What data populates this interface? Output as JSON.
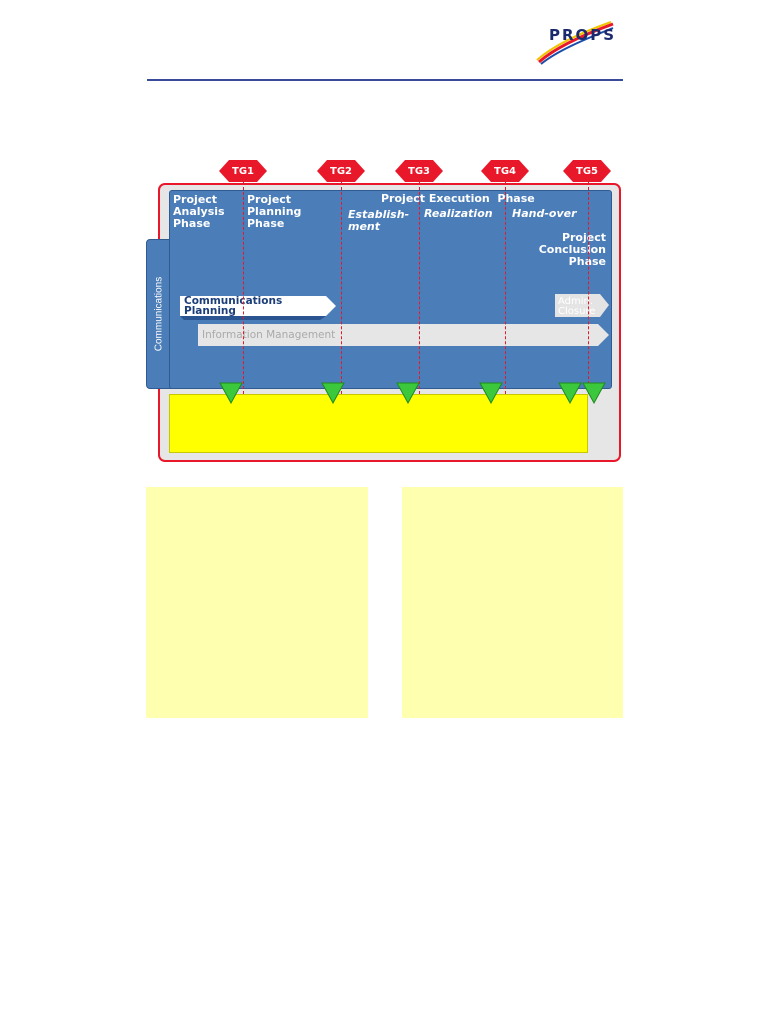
{
  "logo": {
    "text": "PROPS"
  },
  "gates": [
    {
      "label": "TG1"
    },
    {
      "label": "TG2"
    },
    {
      "label": "TG3"
    },
    {
      "label": "TG4"
    },
    {
      "label": "TG5"
    }
  ],
  "side_tab": {
    "label": "Communications"
  },
  "phases": {
    "analysis": {
      "line1": "Project",
      "line2": "Analysis",
      "line3": "Phase"
    },
    "planning": {
      "line1": "Project",
      "line2": "Planning",
      "line3": "Phase"
    },
    "execution": {
      "title": "Project Execution  Phase",
      "establish_1": "Establish-",
      "establish_2": "ment",
      "realization": "Realization",
      "handover": "Hand-over"
    },
    "conclusion": {
      "line1": "Project",
      "line2": "Conclusion",
      "line3": "Phase"
    }
  },
  "bars": {
    "communications_planning": {
      "line1": "Communications",
      "line2": "Planning"
    },
    "admin_closure": {
      "line1": "Admin.",
      "line2": "Closure"
    },
    "information_management": "Information Management"
  },
  "colors": {
    "gate_red": "#e8182a",
    "panel_blue": "#4b7db8",
    "milestone_green": "#3cc83c",
    "band_yellow": "#ffff00",
    "note_yellow": "#ffffb0",
    "rule_blue": "#3a4a9a"
  }
}
